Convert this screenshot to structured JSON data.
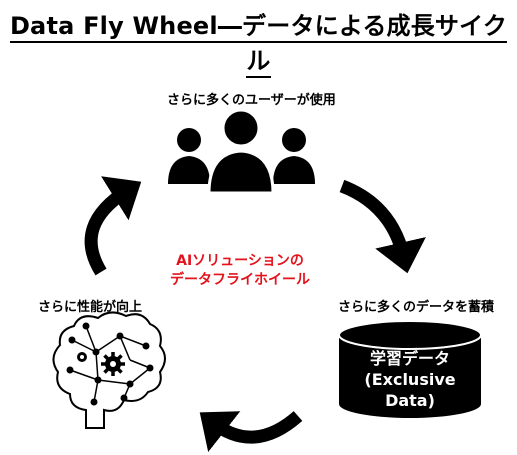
{
  "title": "Data Fly Wheel―データによる成長サイクル",
  "nodes": {
    "top_label": "さらに多くのユーザーが使用",
    "right_label": "さらに多くのデータを蓄積",
    "left_label": "さらに性能が向上"
  },
  "center": {
    "line1": "AIソリューションの",
    "line2": "データフライホイール"
  },
  "database": {
    "line1": "学習データ",
    "line2": "(Exclusive",
    "line3": "Data)"
  },
  "icons": [
    "users-icon",
    "database-icon",
    "brain-circuit-icon",
    "cycle-arrow-icon"
  ],
  "colors": {
    "accent_text": "#e3121b",
    "ink": "#000000"
  }
}
